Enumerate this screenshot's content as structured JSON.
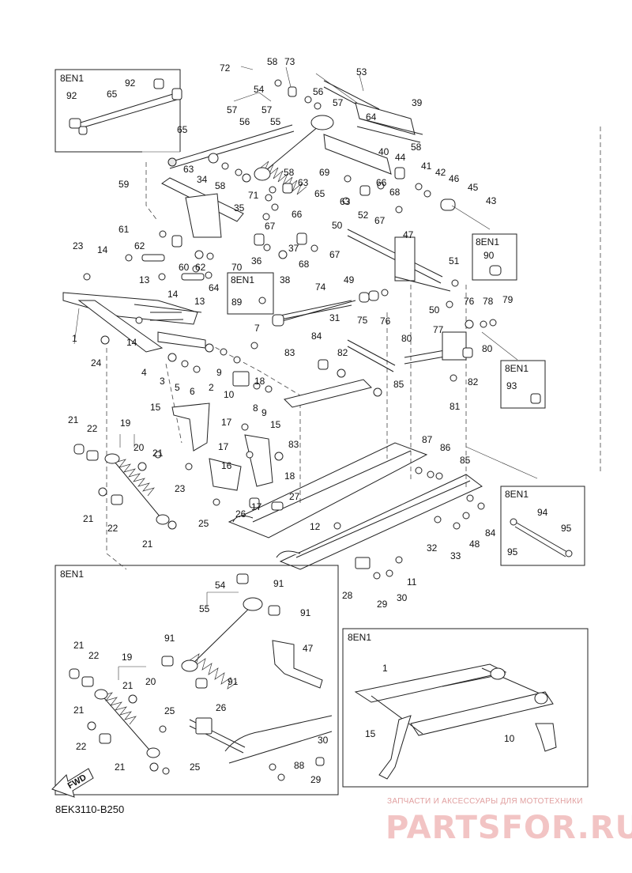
{
  "diagram": {
    "inset_tag": "8EN1",
    "drawing_code": "8EK3110-B250",
    "fwd_label": "FWD",
    "watermark_top": "ЗАПЧАСТИ И АКСЕССУАРЫ ДЛЯ МОТОТЕХНИКИ",
    "watermark_logo": "PARTSFOR.RU",
    "labels": [
      "1",
      "2",
      "3",
      "4",
      "5",
      "6",
      "7",
      "8",
      "9",
      "9",
      "10",
      "11",
      "12",
      "13",
      "13",
      "14",
      "14",
      "14",
      "15",
      "15",
      "16",
      "17",
      "17",
      "17",
      "18",
      "18",
      "19",
      "20",
      "21",
      "21",
      "21",
      "21",
      "22",
      "22",
      "23",
      "23",
      "24",
      "25",
      "26",
      "27",
      "28",
      "29",
      "30",
      "31",
      "32",
      "33",
      "34",
      "35",
      "36",
      "37",
      "38",
      "39",
      "40",
      "41",
      "42",
      "43",
      "44",
      "45",
      "46",
      "47",
      "48",
      "49",
      "50",
      "50",
      "51",
      "52",
      "53",
      "54",
      "55",
      "56",
      "56",
      "57",
      "57",
      "57",
      "58",
      "58",
      "58",
      "58",
      "59",
      "60",
      "61",
      "62",
      "62",
      "63",
      "63",
      "63",
      "64",
      "64",
      "65",
      "65",
      "66",
      "66",
      "67",
      "67",
      "67",
      "68",
      "68",
      "69",
      "70",
      "71",
      "72",
      "73",
      "74",
      "75",
      "76",
      "76",
      "77",
      "78",
      "79",
      "80",
      "80",
      "81",
      "82",
      "82",
      "83",
      "83",
      "84",
      "84",
      "85",
      "85",
      "86",
      "87",
      "89",
      "90",
      "92",
      "92",
      "65",
      "93",
      "94",
      "95",
      "95",
      "54",
      "55",
      "91",
      "91",
      "91",
      "91",
      "47",
      "19",
      "20",
      "21",
      "21",
      "21",
      "22",
      "22",
      "25",
      "25",
      "26",
      "29",
      "30",
      "88",
      "1",
      "15",
      "10"
    ]
  }
}
